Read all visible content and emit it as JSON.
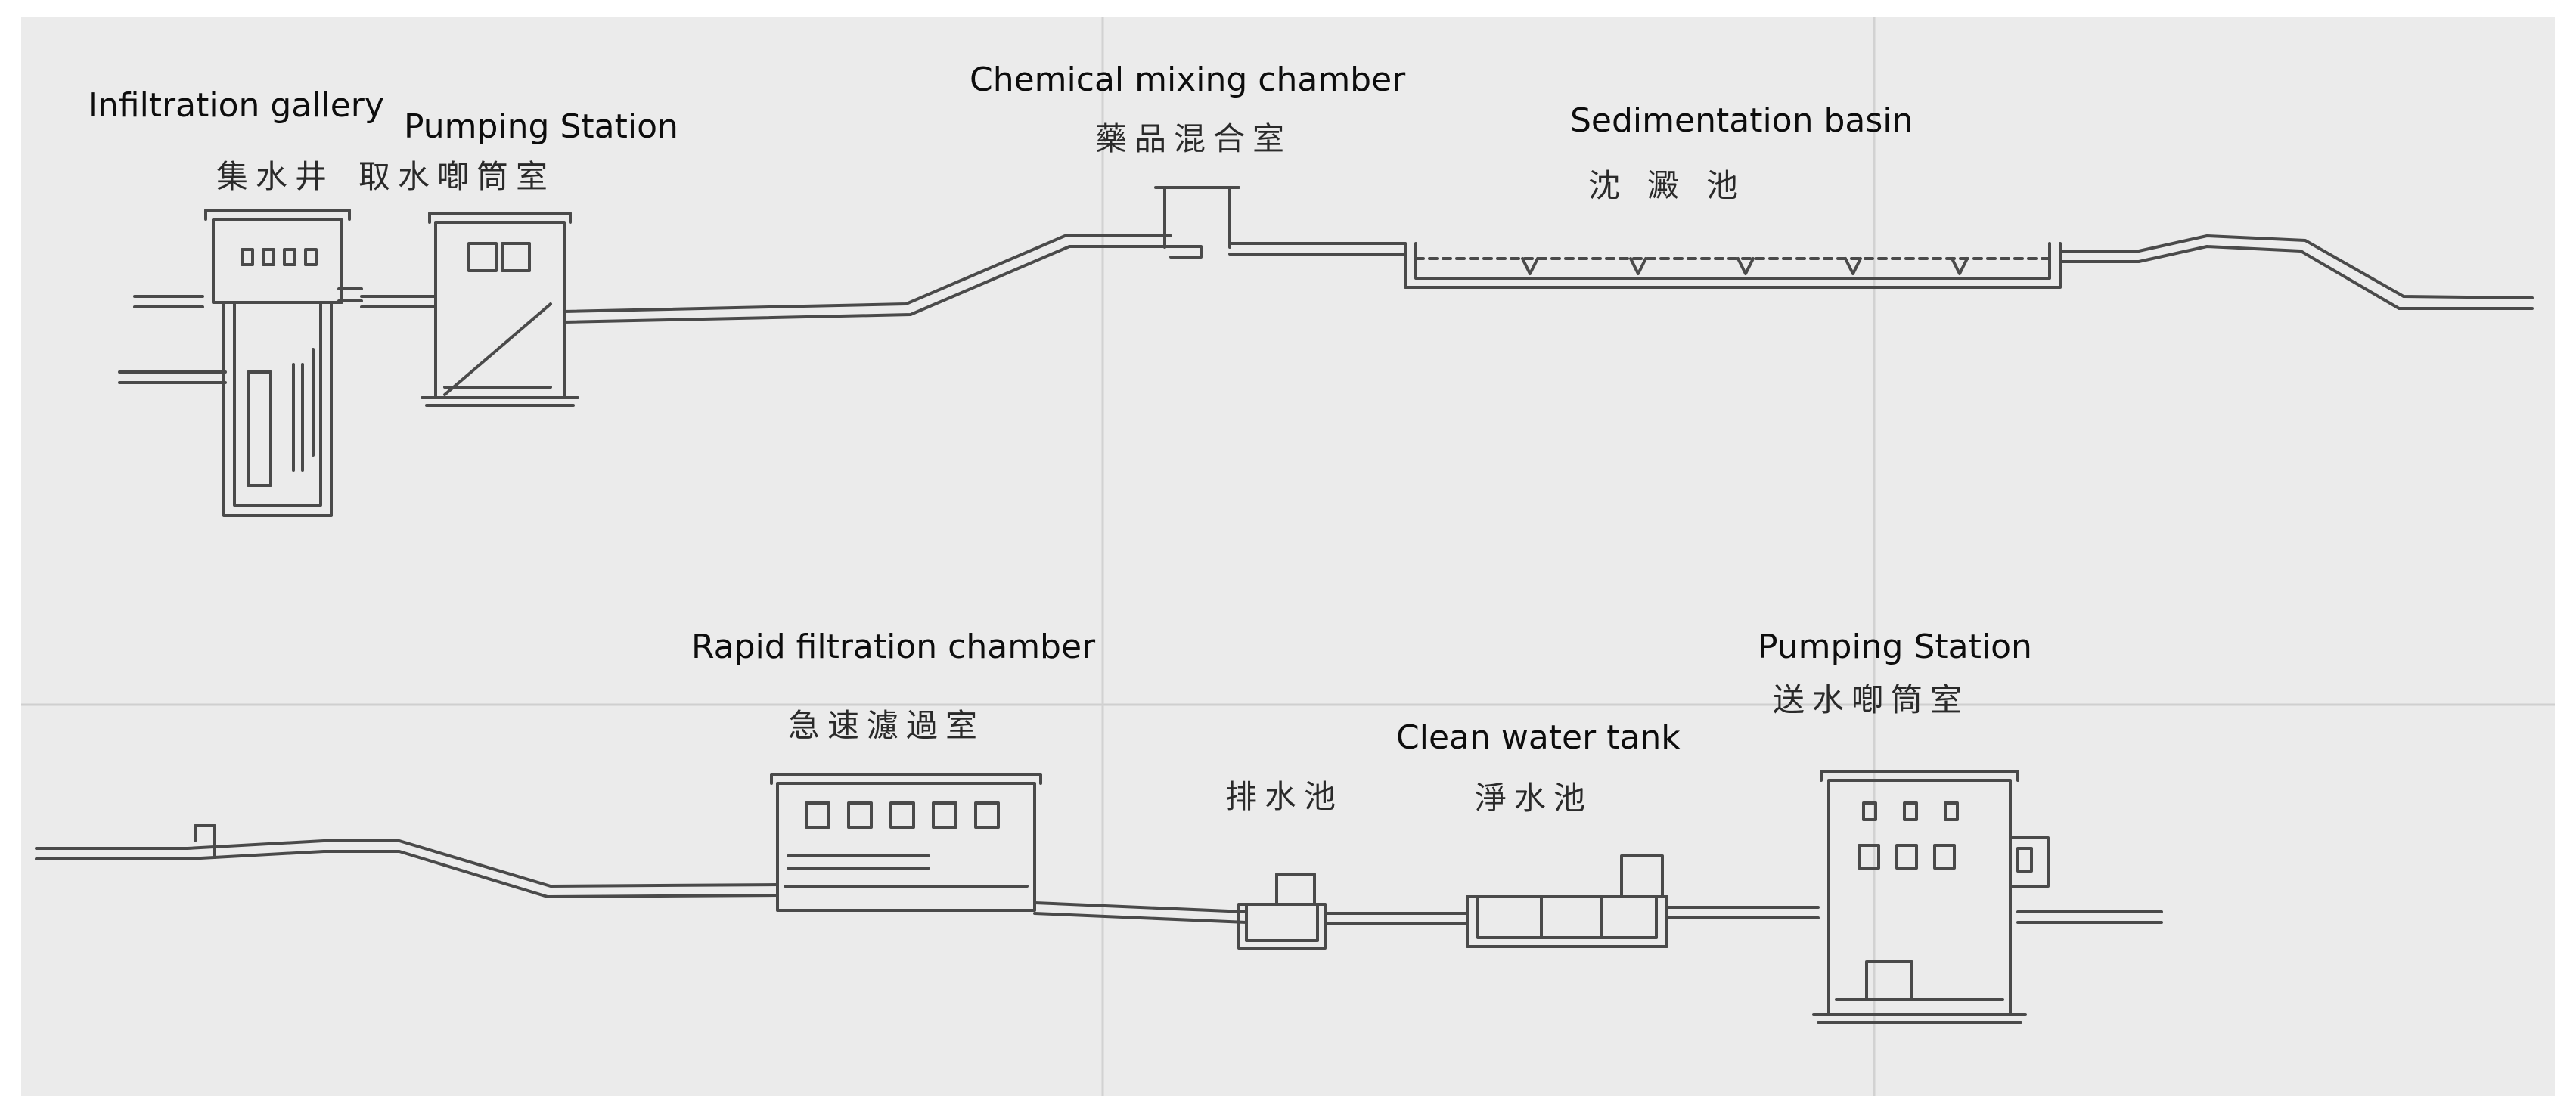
{
  "labels": {
    "infiltration_gallery": {
      "en": "Infiltration gallery",
      "jp": "集水井"
    },
    "intake_pumping_station": {
      "en": "Pumping Station",
      "jp": "取水喞筒室"
    },
    "chemical_mixing_chamber": {
      "en": "Chemical mixing chamber",
      "jp": "藥品混合室"
    },
    "sedimentation_basin": {
      "en": "Sedimentation basin",
      "jp": "沈澱池"
    },
    "rapid_filtration_chamber": {
      "en": "Rapid filtration chamber",
      "jp": "急速濾過室"
    },
    "drainage_basin": {
      "jp": "排水池"
    },
    "clean_water_tank": {
      "en": "Clean water tank",
      "jp": "淨水池"
    },
    "distribution_pumping_station": {
      "en": "Pumping Station",
      "jp": "送水喞筒室"
    }
  },
  "colors": {
    "paper": "#ebebeb",
    "ink": "#4a4a4a",
    "label_text": "#0d0d0d"
  }
}
